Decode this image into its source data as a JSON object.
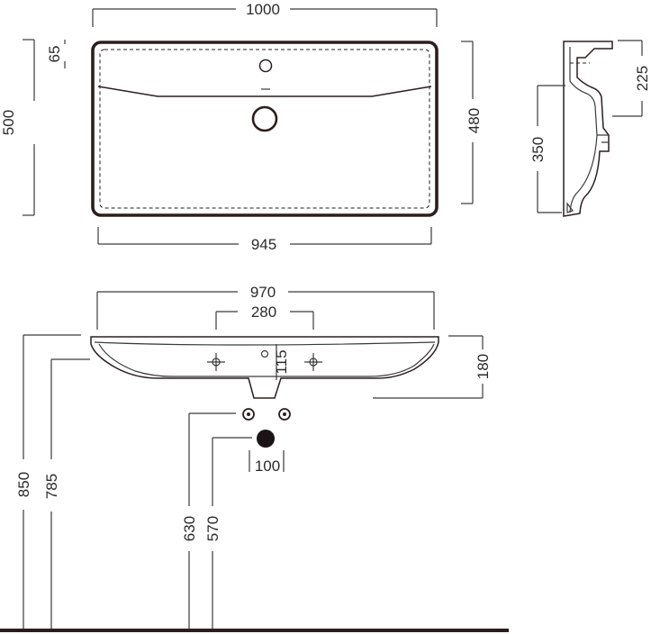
{
  "colors": {
    "ink": "#2b1e1e",
    "line": "#3a3a3a",
    "background": "#ffffff"
  },
  "top_view": {
    "overall_width": "1000",
    "inner_width": "945",
    "overall_depth": "500",
    "inner_depth": "480",
    "tap_hole_offset": "65"
  },
  "side_view": {
    "bowl_height": "350",
    "rim_to_outlet": "225"
  },
  "front_view": {
    "width": "970",
    "fixing_spacing": "280",
    "fixing_height": "115",
    "body_height": "180",
    "waste_spacing": "100",
    "rim_height_floor": "850",
    "underside_height_floor": "785",
    "fixing_bolt_height": "630",
    "waste_outlet_height": "570"
  }
}
